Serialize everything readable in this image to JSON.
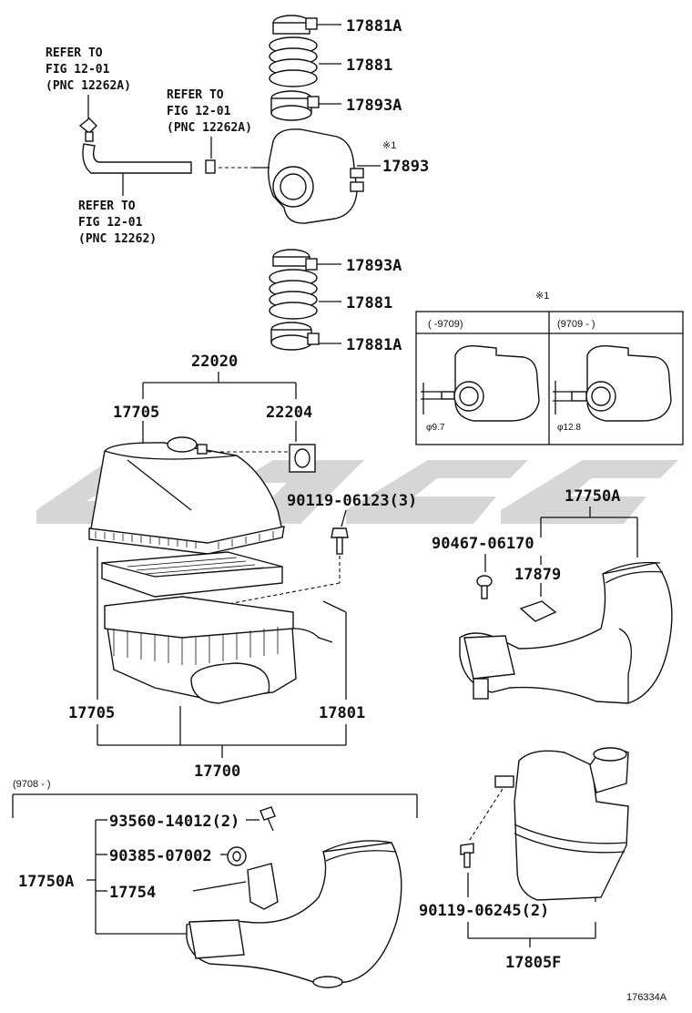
{
  "references": {
    "ref_12262A_left": [
      "REFER TO",
      "FIG 12-01",
      "(PNC 12262A)"
    ],
    "ref_12262A_right": [
      "REFER TO",
      "FIG 12-01",
      "(PNC 12262A)"
    ],
    "ref_12262": [
      "REFER TO",
      "FIG 12-01",
      "(PNC 12262)"
    ]
  },
  "parts": {
    "p17881A_top": "17881A",
    "p17881_top": "17881",
    "p17893A_top": "17893A",
    "p17893": "17893",
    "note_mark_top": "※1",
    "p17893A_mid": "17893A",
    "p17881_mid": "17881",
    "p17881A_mid": "17881A",
    "p22020": "22020",
    "p17705_top": "17705",
    "p22204": "22204",
    "p90119_06123": "90119-06123(3)",
    "p17705_bottom": "17705",
    "p17801": "17801",
    "p17700": "17700",
    "p17750A_right": "17750A",
    "p90467_06170": "90467-06170",
    "p17879": "17879",
    "p93560_14012": "93560-14012(2)",
    "p90385_07002": "90385-07002",
    "p17750A_left": "17750A",
    "p17754": "17754",
    "p90119_06245": "90119-06245(2)",
    "p17805F": "17805F",
    "range_9708": "(9708 -        )"
  },
  "inset": {
    "mark": "※1",
    "left_range": "(      -9709)",
    "right_range": "(9709 -      )",
    "left_dim": "φ9.7",
    "right_dim": "φ12.8"
  },
  "footer": {
    "drawing_no": "176334A"
  }
}
